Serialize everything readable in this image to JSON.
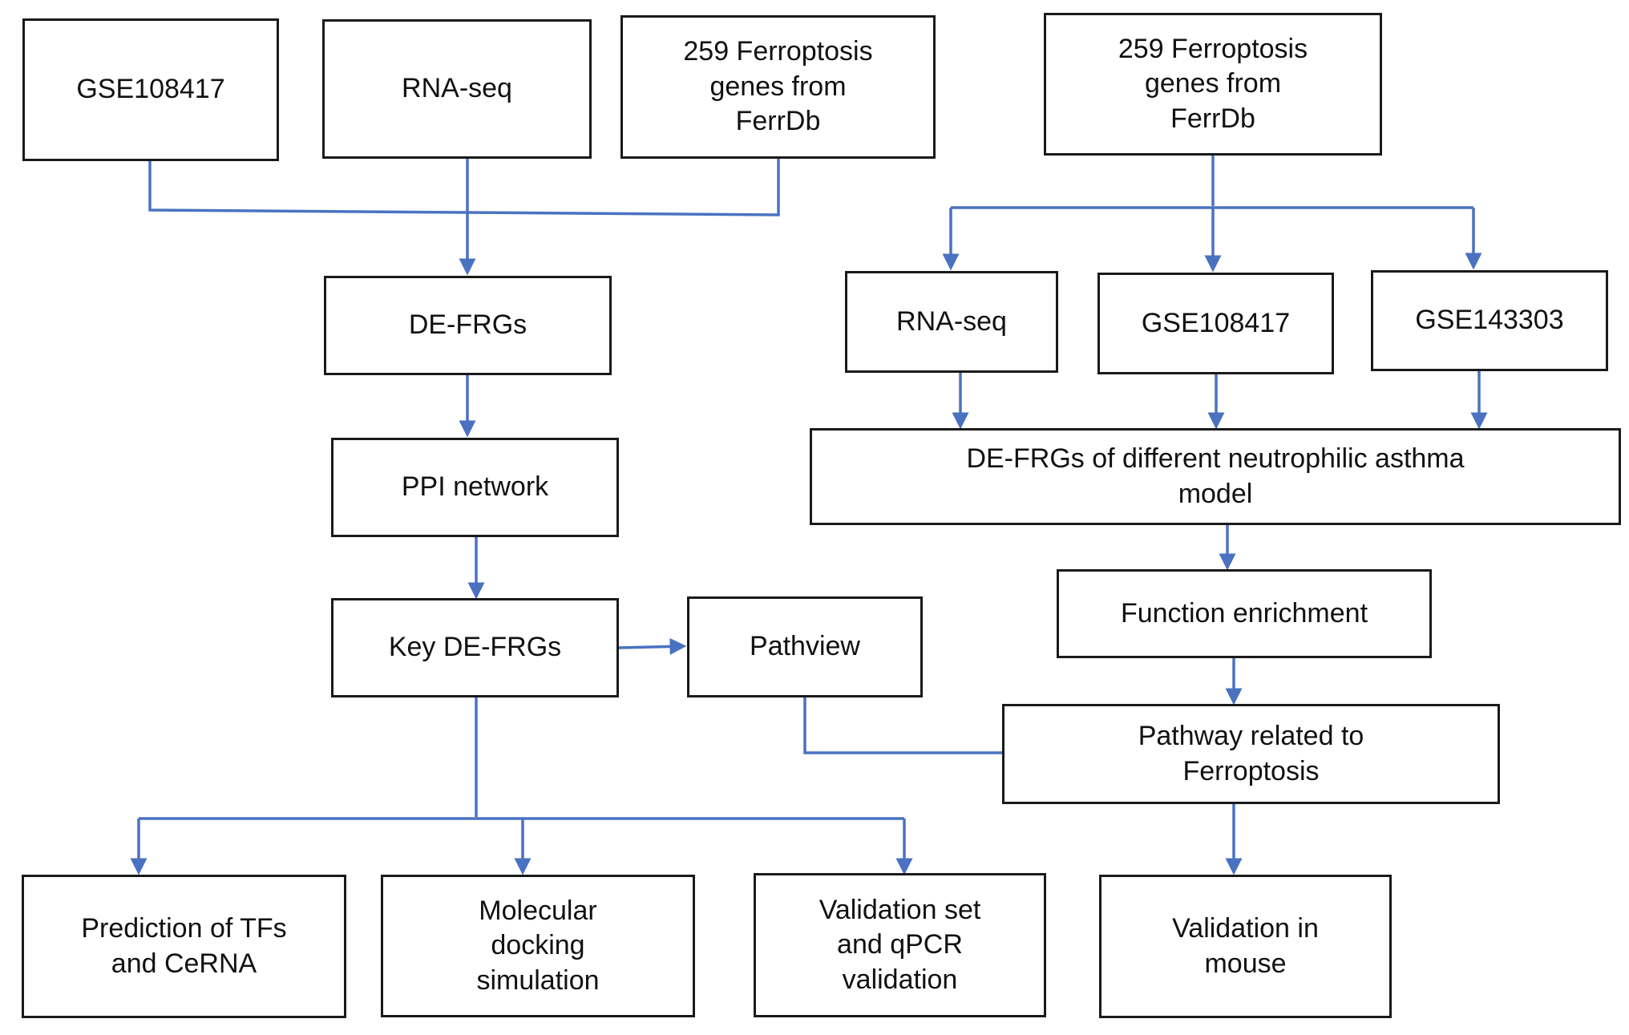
{
  "colors": {
    "connector": "#4a72c1",
    "box_border": "#1a1a1a",
    "text": "#111111",
    "background": "#ffffff"
  },
  "nodes": {
    "gse108417_left": "GSE108417",
    "rnaseq_left": "RNA-seq",
    "ferrdb_left": "259 Ferroptosis\ngenes from\nFerrDb",
    "ferrdb_right": "259 Ferroptosis\ngenes from\nFerrDb",
    "de_frgs": "DE-FRGs",
    "ppi_network": "PPI network",
    "key_de_frgs": "Key DE-FRGs",
    "pathview": "Pathview",
    "rnaseq_right": "RNA-seq",
    "gse108417_right": "GSE108417",
    "gse143303": "GSE143303",
    "de_frgs_models": "DE-FRGs of different neutrophilic asthma\nmodel",
    "function_enrichment": "Function enrichment",
    "pathway_ferroptosis": "Pathway related to\nFerroptosis",
    "prediction_tfs": "Prediction of TFs\nand CeRNA",
    "molecular_docking": "Molecular\ndocking\nsimulation",
    "validation_qpcr": "Validation set\nand qPCR\nvalidation",
    "validation_mouse": "Validation in\nmouse"
  }
}
